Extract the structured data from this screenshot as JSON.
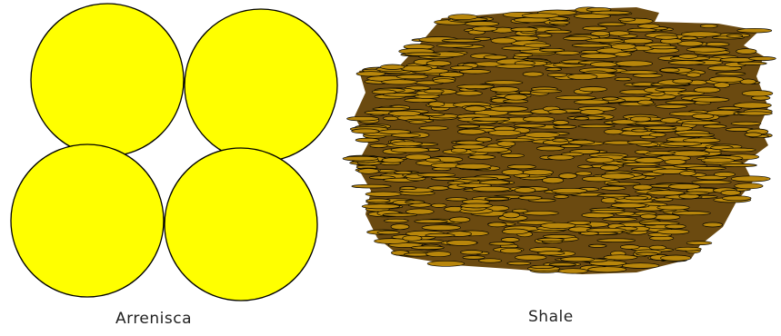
{
  "panels": {
    "sandstone": {
      "caption": "Arrenisca",
      "grain_count": 4,
      "grain_color": "#ffff00",
      "outline_color": "#000000"
    },
    "shale": {
      "caption": "Shale",
      "flake_color": "#b8860b",
      "flake_dark_color": "#6b4a10",
      "outline_color": "#000000"
    }
  }
}
